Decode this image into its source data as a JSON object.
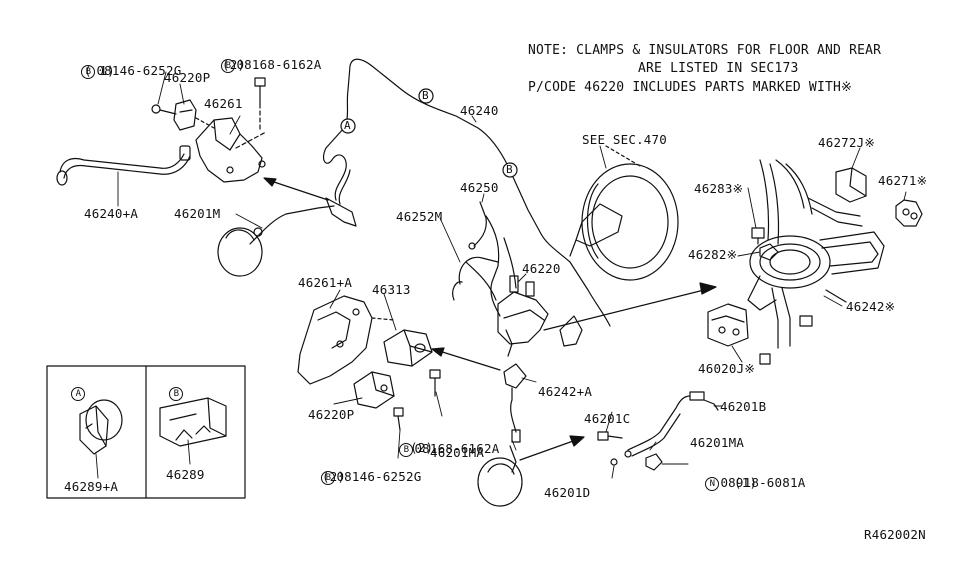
{
  "note": {
    "line1": "NOTE: CLAMPS & INSULATORS FOR FLOOR AND REAR",
    "line2": "ARE LISTED IN SEC173",
    "line3": "P/CODE 46220 INCLUDES PARTS MARKED WITH※"
  },
  "see_sec": "SEE SEC.470",
  "diagram_code": "R462002N",
  "markers": {
    "a": "A",
    "b": "B",
    "n": "N"
  },
  "labels": {
    "p08146_top": "08146-6252G",
    "p08146_top_qty": "( 1)",
    "p08168_top": "08168-6162A",
    "p08168_top_qty": "(2)",
    "p46220p_top": "46220P",
    "p46261": "46261",
    "p46240a": "46240+A",
    "p46201m": "46201M",
    "p46240": "46240",
    "p46250": "46250",
    "p46252m": "46252M",
    "p46220": "46220",
    "p46261a": "46261+A",
    "p46313": "46313",
    "p46220p_bot": "46220P",
    "p08168_bot": "08168-6162A",
    "p08168_bot_qty": "(2)",
    "p46201ma_left": "46201MA",
    "p08146_bot": "08146-6252G",
    "p08146_bot_qty": "(2)",
    "p46242a": "46242+A",
    "p46201c": "46201C",
    "p46201d": "46201D",
    "p46201b": "46201B",
    "p46201ma_right": "46201MA",
    "p08918": "08918-6081A",
    "p08918_qty": "(1)",
    "p46272j": "46272J※",
    "p46271": "46271※",
    "p46283": "46283※",
    "p46282": "46282※",
    "p46242": "46242※",
    "p46020j": "46020J※",
    "p46289a": "46289+A",
    "p46289": "46289"
  },
  "icons": [
    "circled-letter-a",
    "circled-letter-b",
    "circled-letter-n",
    "arrow"
  ]
}
